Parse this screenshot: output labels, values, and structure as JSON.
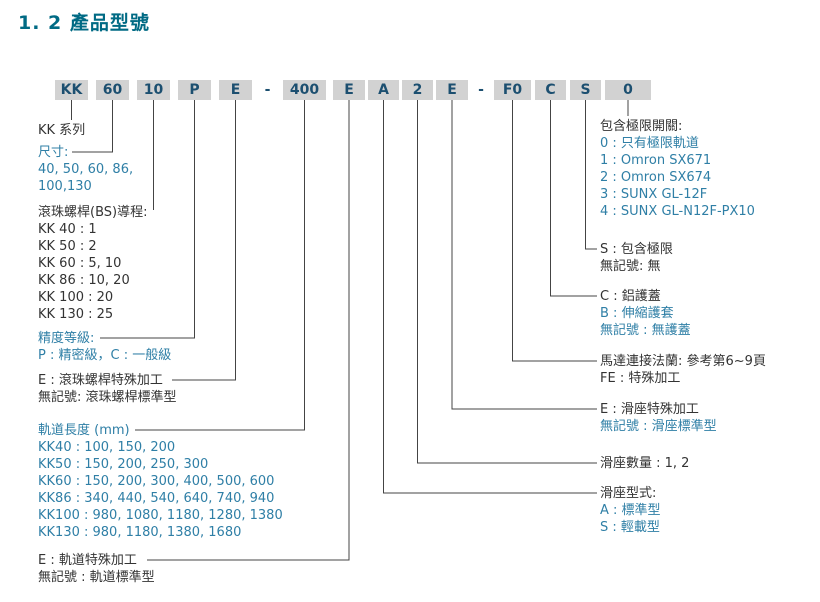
{
  "page": {
    "title": "1. 2 產品型號"
  },
  "model_code": {
    "segments": [
      "KK",
      "60",
      "10",
      "P",
      "E",
      "-",
      "400",
      "E",
      "A",
      "2",
      "E",
      "-",
      "F0",
      "C",
      "S",
      "0"
    ]
  },
  "left": {
    "series": "KK 系列",
    "size": {
      "heading": "尺寸:",
      "lines": [
        "40, 50, 60, 86,",
        "100,130"
      ]
    },
    "lead": {
      "heading": "滾珠螺桿(BS)導程:",
      "lines": [
        "KK 40 : 1",
        "KK 50 : 2",
        "KK 60 : 5, 10",
        "KK 86 : 10, 20",
        "KK 100 : 20",
        "KK 130 : 25"
      ]
    },
    "accuracy": {
      "heading": "精度等級:",
      "lines": [
        "P : 精密級，C : 一般級"
      ]
    },
    "bs_special": {
      "lines": [
        "E : 滾珠螺桿特殊加工",
        "無記號: 滾珠螺桿標準型"
      ]
    },
    "rail_length": {
      "heading": "軌道長度 (mm)",
      "lines": [
        "KK40 : 100, 150, 200",
        "KK50 : 150, 200, 250, 300",
        "KK60 : 150, 200, 300, 400, 500, 600",
        "KK86 : 340, 440, 540, 640, 740, 940",
        "KK100 : 980, 1080, 1180, 1280, 1380",
        "KK130 : 980, 1180, 1380, 1680"
      ]
    },
    "rail_special": {
      "lines": [
        "E : 軌道特殊加工",
        "無記號 : 軌道標準型"
      ]
    }
  },
  "right": {
    "limit_switch": {
      "heading": "包含極限開關:",
      "lines": [
        "0 : 只有極限軌道",
        "1 : Omron SX671",
        "2 : Omron SX674",
        "3 : SUNX GL-12F",
        "4 : SUNX GL-N12F-PX10"
      ]
    },
    "limit": {
      "lines": [
        "S : 包含極限",
        "無記號: 無"
      ]
    },
    "cover": {
      "lines": [
        "C : 鋁護蓋",
        "B : 伸縮護套",
        "無記號 : 無護蓋"
      ]
    },
    "flange": {
      "lines": [
        "馬達連接法蘭: 參考第6~9頁",
        "FE : 特殊加工"
      ]
    },
    "slide_special": {
      "lines": [
        "E : 滑座特殊加工",
        "無記號 : 滑座標準型"
      ]
    },
    "slide_count": {
      "lines": [
        "滑座數量 : 1, 2"
      ]
    },
    "slide_type": {
      "heading": "滑座型式:",
      "lines": [
        "A : 標準型",
        "S : 輕載型"
      ]
    }
  },
  "colors": {
    "title": "#006a84",
    "teal": "#2f7fa6",
    "ink": "#333333",
    "code": "#1c4f70",
    "boxbg": "#d2d2d2",
    "line": "#444444"
  }
}
